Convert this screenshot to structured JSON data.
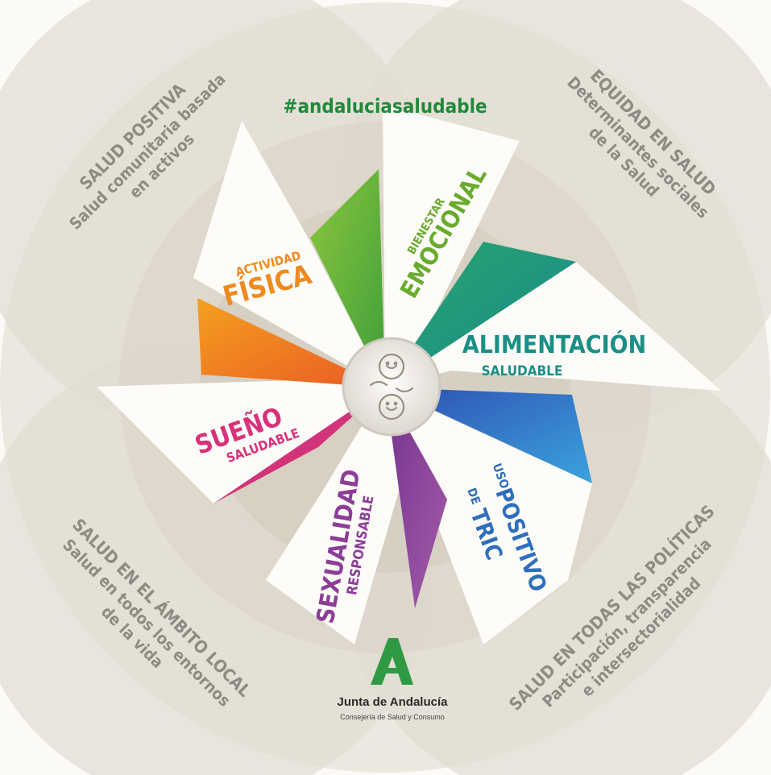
{
  "hashtag": "#andaluciasaludable",
  "colors": {
    "page_bg": "#fbfaf6",
    "circle_fill": "#e5dfd4",
    "ring_fill": "#f5f3ee",
    "circle_text": "#8f8a82",
    "hashtag": "#1f8a3a",
    "brand_green": "#2f9a43",
    "brand_text": "#2a2a2a"
  },
  "outer_labels": {
    "top_left": [
      "SALUD POSITIVA",
      "Salud comunitaria basada",
      "en activos"
    ],
    "top_right": [
      "EQUIDAD EN SALUD",
      "Determinantes sociales",
      "de la Salud"
    ],
    "bottom_left": [
      "SALUD EN EL ÁMBITO LOCAL",
      "Salud en todos los entornos",
      "de la vida"
    ],
    "bottom_right": [
      "SALUD EN TODAS LAS POLÍTICAS",
      "Participación, transparencia",
      "e intersectorialidad"
    ]
  },
  "blades": [
    {
      "id": "actividad-fisica",
      "small": "ACTIVIDAD",
      "big": "FÍSICA",
      "color": "#ee8a1f",
      "fill_color": "#ee7422"
    },
    {
      "id": "bienestar-emocional",
      "small": "BIENESTAR",
      "big": "EMOCIONAL",
      "color": "#6aab2e",
      "fill_color": "#6cb23a"
    },
    {
      "id": "alimentacion-saludable",
      "big": "ALIMENTACIÓN",
      "small": "SALUDABLE",
      "color": "#1a8f86",
      "fill_color": "#1f9a80"
    },
    {
      "id": "uso-positivo-tric",
      "small": "USO",
      "big": "POSITIVO",
      "small2": "DE",
      "big2": "TRIC",
      "color": "#2f6fbd",
      "fill_color": "#3a6fc8"
    },
    {
      "id": "sexualidad-responsable",
      "big": "SEXUALIDAD",
      "small": "RESPONSABLE",
      "color": "#8c3d98",
      "fill_color": "#8d3f9b"
    },
    {
      "id": "sueno-saludable",
      "big": "SUEÑO",
      "small": "SALUDABLE",
      "color": "#d9307a",
      "fill_color": "#d6357d"
    }
  ],
  "brand": {
    "name": "Junta de Andalucía",
    "dept": "Consejería de Salud y Consumo"
  },
  "icons": {
    "center": "two-faces-icon",
    "brand": "andalucia-a-logo-icon"
  }
}
